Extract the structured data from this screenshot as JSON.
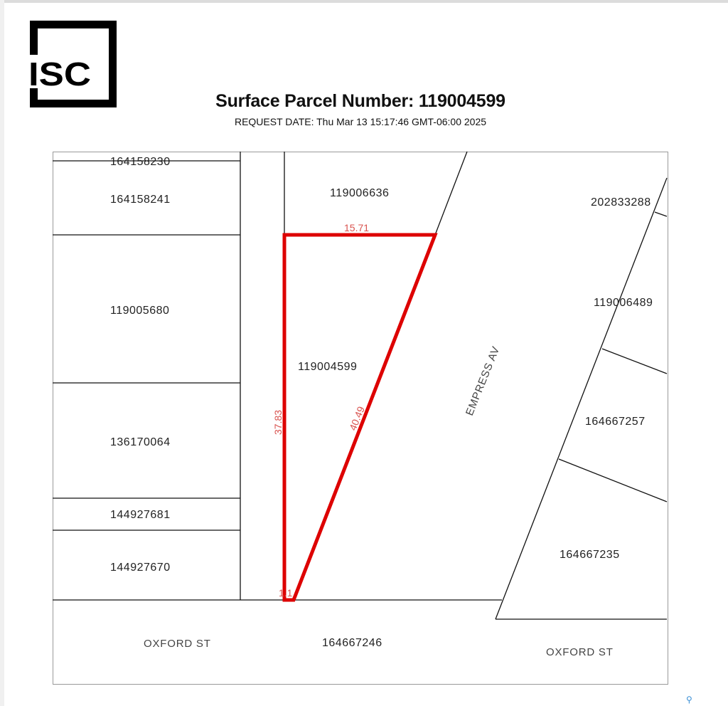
{
  "header": {
    "logo_text": "ISC",
    "title": "Surface Parcel Number: 119004599",
    "request_date": "REQUEST DATE: Thu Mar 13 15:17:46 GMT-06:00 2025"
  },
  "map": {
    "highlight_color": "#dd0000",
    "subject_parcel": "119004599",
    "dimensions": {
      "top": "15.71",
      "left": "37.83",
      "diagonal": "40.49",
      "bottom": "1.1"
    },
    "parcels": [
      "164158230",
      "164158241",
      "119006636",
      "202833288",
      "119005680",
      "119006489",
      "136170064",
      "164667257",
      "144927681",
      "144927670",
      "164667235",
      "164667246"
    ],
    "roads": {
      "empress": "EMPRESS AV",
      "oxford_left": "OXFORD ST",
      "oxford_right": "OXFORD ST"
    }
  },
  "footer": {
    "pin_icon": "location-pin-icon"
  }
}
